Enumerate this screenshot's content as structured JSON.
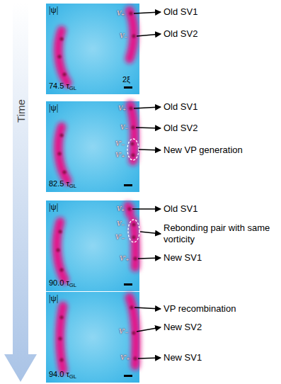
{
  "diagram": {
    "nodes": [
      {
        "text": [
          "Time"
        ]
      },
      {
        "text": [
          "|ψ|",
          "V₊",
          "V₋",
          "74.5 τGL",
          "2ξ"
        ]
      },
      {
        "text": [
          "|ψ|",
          "V₊",
          "V₋",
          "V′₋",
          "V′₊",
          "82.5 τGL"
        ]
      },
      {
        "text": [
          "|ψ|",
          "V₊",
          "V₋",
          "V′₋",
          "V′₊",
          "90.0 τGL"
        ]
      },
      {
        "text": [
          "|ψ|",
          "V′₋",
          "V′₊",
          "94.0 τGL"
        ]
      }
    ],
    "labels": [
      "Old SV1",
      "Old SV2",
      "Old SV1",
      "Old SV2",
      "New VP generation",
      "Old SV1",
      "Rebonding pair with same vorticity",
      "New SV1",
      "VP recombination",
      "New SV2",
      "New SV1"
    ]
  }
}
